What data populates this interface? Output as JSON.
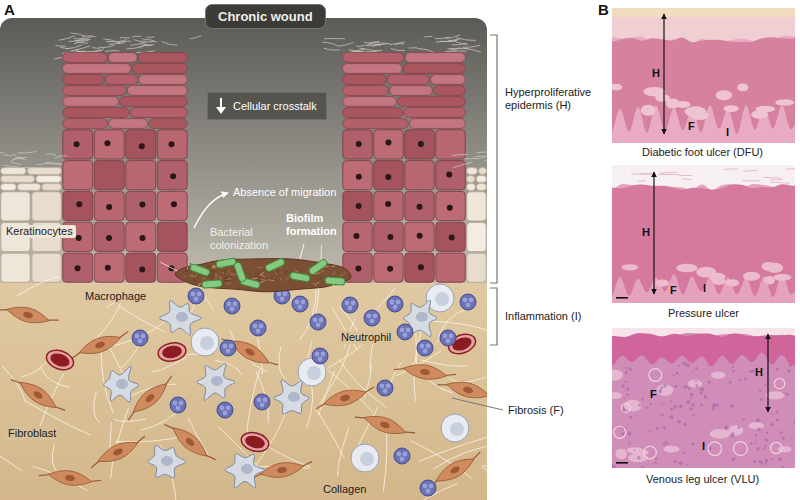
{
  "diagram": {
    "nodes": [
      {
        "text": [
          "Chronic wound"
        ]
      },
      {
        "text": [
          "Cellular crosstalk"
        ]
      }
    ],
    "labels": [
      "A",
      "Hyperproliferative epidermis (H)",
      "Absence of migration",
      "Bacterial colonization",
      "Biofilm formation",
      "Keratinocytes",
      "Macrophage",
      "Neutrophil",
      "Inflammation (I)",
      "Fibroblast",
      "Fibrosis (F)",
      "Collagen",
      "B",
      "H",
      "F",
      "I",
      "Diabetic foot ulcer (DFU)",
      "H",
      "F",
      "I",
      "Pressure ulcer",
      "H",
      "F",
      "I",
      "Venous leg ulcer (VLU)"
    ]
  }
}
